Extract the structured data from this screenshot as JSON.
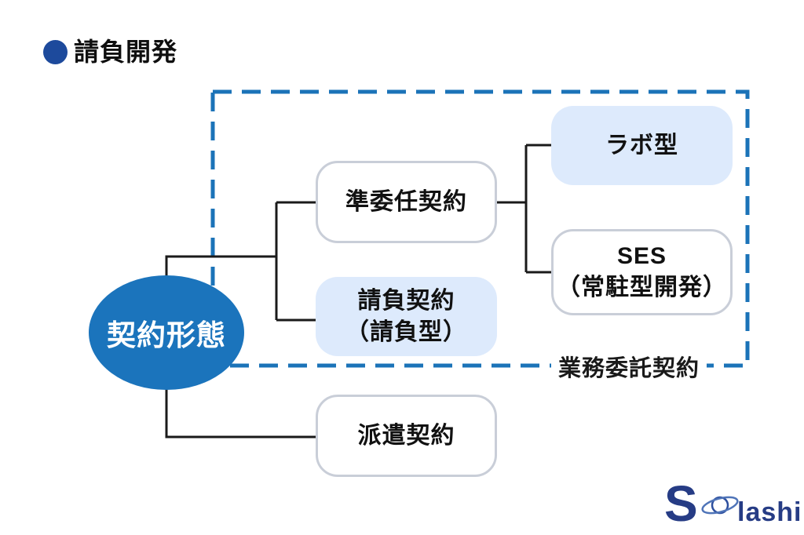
{
  "header": {
    "title": "請負開発"
  },
  "diagram": {
    "root": {
      "label": "契約形態"
    },
    "nodes": {
      "quasi": {
        "label": "準委任契約"
      },
      "ukeoi": {
        "line1": "請負契約",
        "line2": "（請負型）"
      },
      "labo": {
        "label": "ラボ型"
      },
      "ses": {
        "line1": "SES",
        "line2": "（常駐型開発）"
      },
      "haken": {
        "label": "派遣契約"
      }
    },
    "group_label": "業務委託契約",
    "colors": {
      "bullet": "#1d4a9c",
      "root_fill": "#1b74bc",
      "root_text": "#ffffff",
      "dashed_border": "#1b73b8",
      "node_fill_light": "#ddeafc",
      "node_border": "#c9ced8",
      "connector": "#1a1a1a",
      "text": "#111111"
    }
  },
  "logo": {
    "s": "S",
    "rest": "lashi",
    "color": "#263c85"
  }
}
